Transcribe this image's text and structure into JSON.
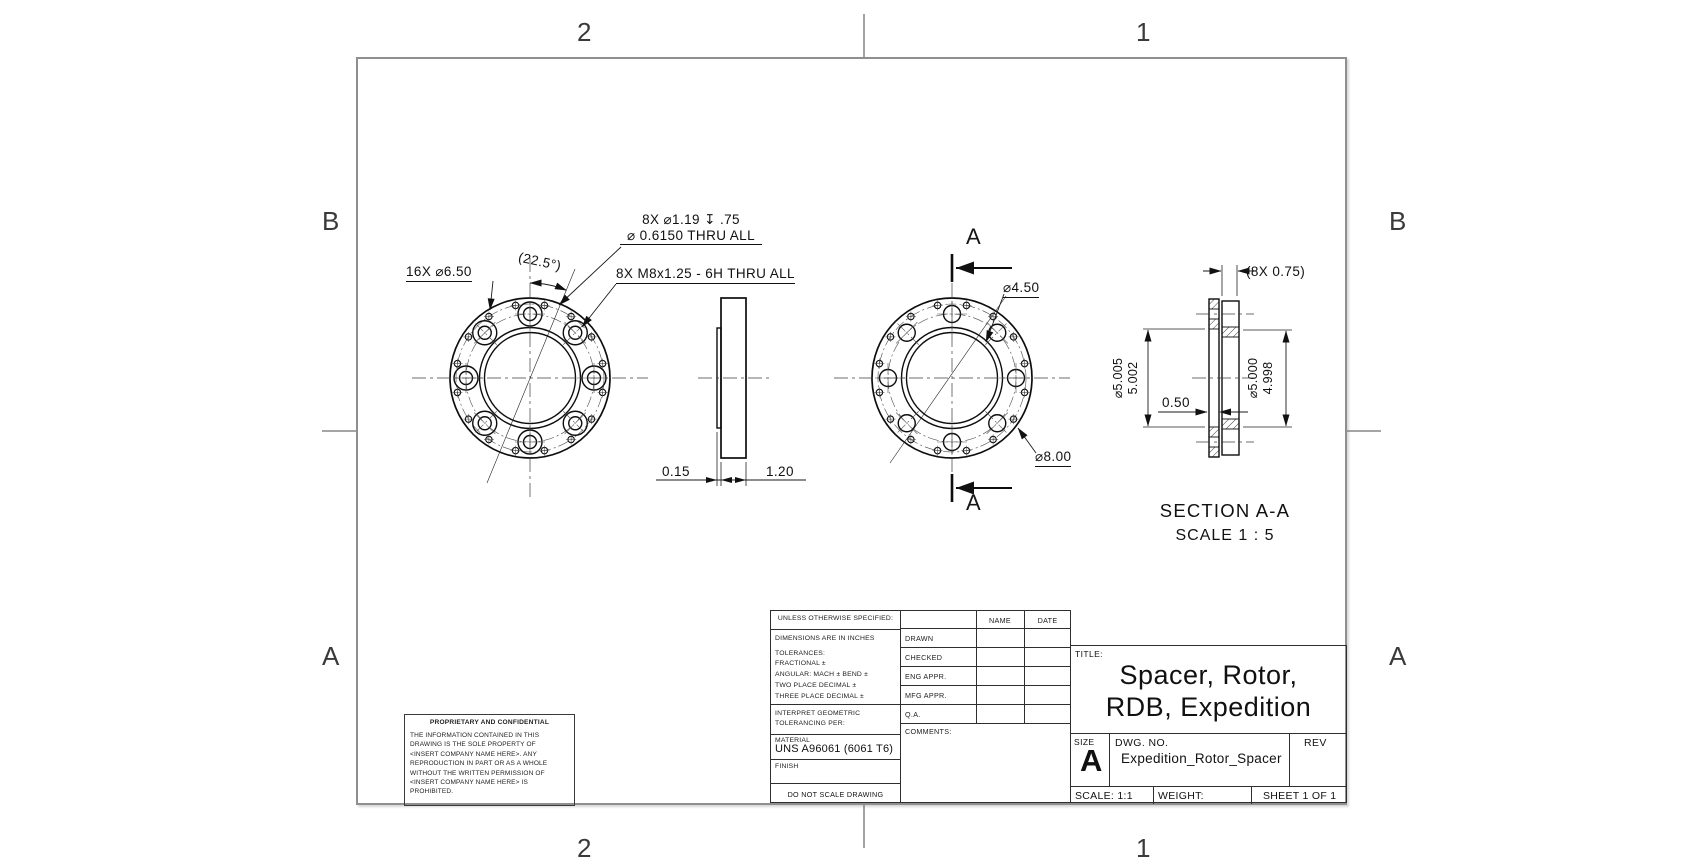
{
  "zones": {
    "top_left": "2",
    "top_right": "1",
    "bottom_left": "2",
    "bottom_right": "1",
    "left_upper": "B",
    "left_lower": "A",
    "right_upper": "B",
    "right_lower": "A"
  },
  "dims": {
    "holes16": "16X ⌀6.50",
    "angle": "(22.5°)",
    "cbore1": "8X ⌀1.19 ↧ .75",
    "cbore2": "⌀ 0.6150 THRU ALL",
    "tap": "8X M8x1.25 - 6H THRU ALL",
    "lip": "0.15",
    "thickness": "1.20",
    "bore": "⌀4.50",
    "od": "⌀8.00",
    "boss": "(8X  0.75)",
    "step": "0.50",
    "ring_od_upper": "⌀5.005",
    "ring_od_lower": "5.002",
    "pilot_od_upper": "⌀5.000",
    "pilot_od_lower": "4.998"
  },
  "section": {
    "arrow_label_top": "A",
    "arrow_label_bottom": "A",
    "title": "SECTION A-A",
    "scale": "SCALE 1 : 5"
  },
  "title_block": {
    "unless": "UNLESS OTHERWISE SPECIFIED:",
    "tol_lines": [
      "DIMENSIONS ARE IN INCHES",
      "TOLERANCES:",
      "FRACTIONAL ±",
      "ANGULAR: MACH ±   BEND ±",
      "TWO PLACE DECIMAL    ±",
      "THREE PLACE DECIMAL  ±"
    ],
    "interpret_line1": "INTERPRET GEOMETRIC",
    "interpret_line2": "TOLERANCING PER:",
    "material_label": "MATERIAL",
    "material_value": "UNS A96061 (6061 T6)",
    "finish_label": "FINISH",
    "do_not_scale": "DO NOT SCALE DRAWING",
    "name_header": "NAME",
    "date_header": "DATE",
    "approval_rows": [
      "DRAWN",
      "CHECKED",
      "ENG APPR.",
      "MFG APPR.",
      "Q.A."
    ],
    "comments_label": "COMMENTS:",
    "title_label": "TITLE:",
    "title_line1": "Spacer, Rotor,",
    "title_line2": "RDB, Expedition",
    "size_label": "SIZE",
    "size_value": "A",
    "dwg_no_label": "DWG.  NO.",
    "dwg_no_value": "Expedition_Rotor_Spacer",
    "rev_label": "REV",
    "scale_value": "SCALE: 1:1",
    "weight_label": "WEIGHT:",
    "sheet_label": "SHEET 1 OF 1"
  },
  "proprietary": {
    "heading": "PROPRIETARY AND CONFIDENTIAL",
    "body": [
      "THE INFORMATION CONTAINED IN THIS",
      "DRAWING IS THE SOLE PROPERTY OF",
      "<INSERT COMPANY NAME HERE>. ANY",
      "REPRODUCTION IN PART OR AS A WHOLE",
      "WITHOUT THE WRITTEN PERMISSION OF",
      "<INSERT COMPANY NAME HERE> IS",
      "PROHIBITED."
    ]
  }
}
